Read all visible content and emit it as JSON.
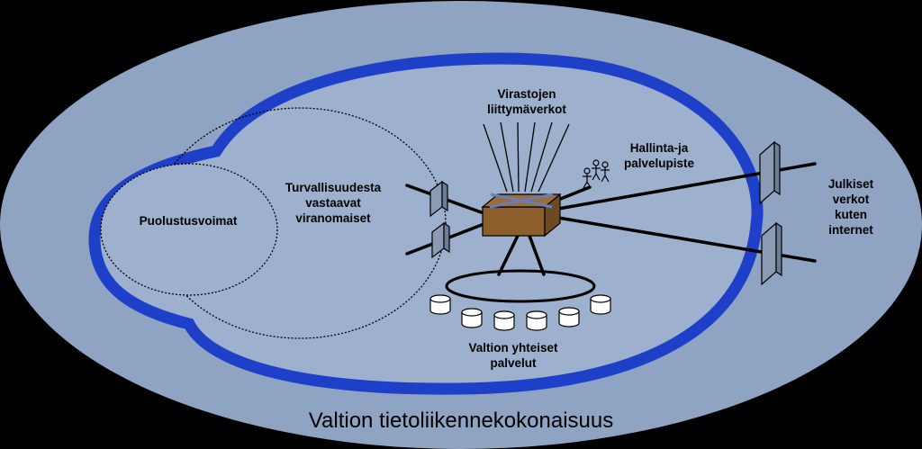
{
  "labels": {
    "outer_caption": "Valtion tietoliikennekokonaisuus",
    "defence": "Puolustusvoimat",
    "security_authorities": "Turvallisuudesta\nvastaavat\nviranomaiset",
    "agency_networks": "Virastojen\nliittymäverkot",
    "management_point": "Hallinta-ja\npalvelupiste",
    "public_networks": "Julkiset\nverkot\nkuten\ninternet",
    "common_services": "Valtion yhteiset\npalvelut"
  },
  "colors": {
    "outer_ellipse": "#8FA3C2",
    "inner_fill": "#9DB0CE",
    "border_blue": "#1E3FC8",
    "hub_box": "#8B5E2B",
    "gateway": "#8D9AB3"
  }
}
